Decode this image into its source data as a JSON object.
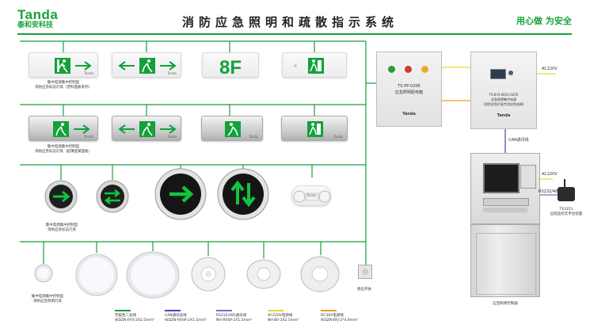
{
  "brand": {
    "name_en": "Tanda",
    "name_cn": "泰和安科技"
  },
  "title": "消防应急照明和疏散指示系统",
  "slogan": "用心做  为安全",
  "signs": {
    "floor_text": "8F",
    "brand_mark": "Tanda"
  },
  "captions": {
    "row1": [
      "集中电源集中控制型",
      "消防应急标志灯具（塑料面板系列）"
    ],
    "row2": [
      "集中电源集中控制型",
      "消防应急标志灯具（超薄金属面板）"
    ],
    "row3": [
      "集中电源集中控制型",
      "消防应急标志灯具"
    ],
    "row4": [
      "集中电源集中控制型",
      "消防应急照明灯具"
    ],
    "sensor": "感应开关"
  },
  "distribution_panel": {
    "model": "TS-PP-0206",
    "name": "应急照明配电箱",
    "brand_mark": "Tanda"
  },
  "power_panel": {
    "model": "TS-B-D-0014-0205",
    "line2": "应急照明集中电源",
    "line3": "(消防应急灯具专用应急电源)",
    "brand_mark": "Tanda"
  },
  "controller": {
    "label": "应急照明控制器"
  },
  "device": {
    "model": "TX3251",
    "name": "远程监控云平台装置"
  },
  "wire_labels": {
    "ac_top": "AC220V",
    "can_bus": "CAN通讯线",
    "ac_mid": "AC220V",
    "rs": "RS232/485"
  },
  "legend": [
    {
      "name": "无极性二总线",
      "spec": "WDZN-RYS-2X2.5mm²",
      "color": "#1a9e3a"
    },
    {
      "name": "CAN通讯总线",
      "spec": "WDZN-RVSP-2X1.5mm²",
      "color": "#4b3fae"
    },
    {
      "name": "RS232/485通讯线",
      "spec": "NH-RVSP-2X1.5mm²",
      "color": "#6a74c9"
    },
    {
      "name": "AC220V电源线",
      "spec": "NH-BV-3X2.5mm²",
      "color": "#e4d92c"
    },
    {
      "name": "DC36V电源线",
      "spec": "WDZN-BYJ-2*4.0mm²",
      "color": "#f29d1f"
    }
  ],
  "colors": {
    "brand_green": "#17a23b",
    "sign_green": "#12a13a"
  }
}
